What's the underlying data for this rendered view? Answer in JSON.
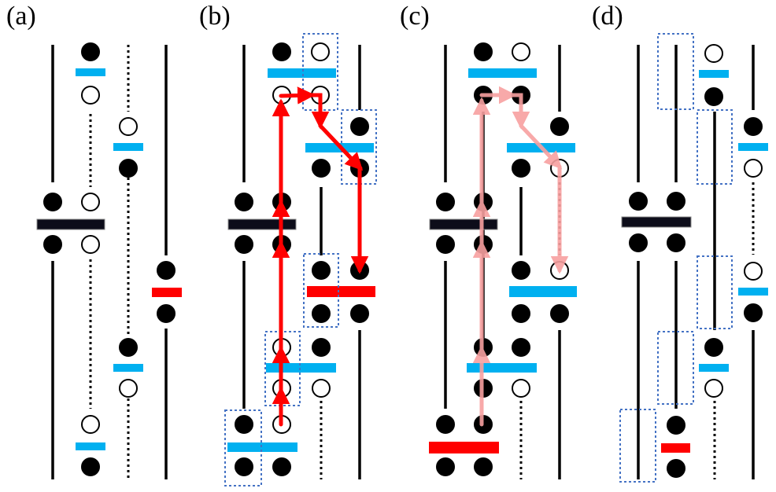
{
  "panels": [
    {
      "id": "a",
      "label": "(a)"
    },
    {
      "id": "b",
      "label": "(b)"
    },
    {
      "id": "c",
      "label": "(c)"
    },
    {
      "id": "d",
      "label": "(d)"
    }
  ],
  "colors": {
    "line": "#000000",
    "blue_bar": "#00B0F0",
    "red_bar": "#FF0000",
    "black_bar": "#0D0D1A",
    "arrow": "#FF0000",
    "arrow_faded": "#F8A0A0",
    "dotted_box": "#4472C4"
  }
}
